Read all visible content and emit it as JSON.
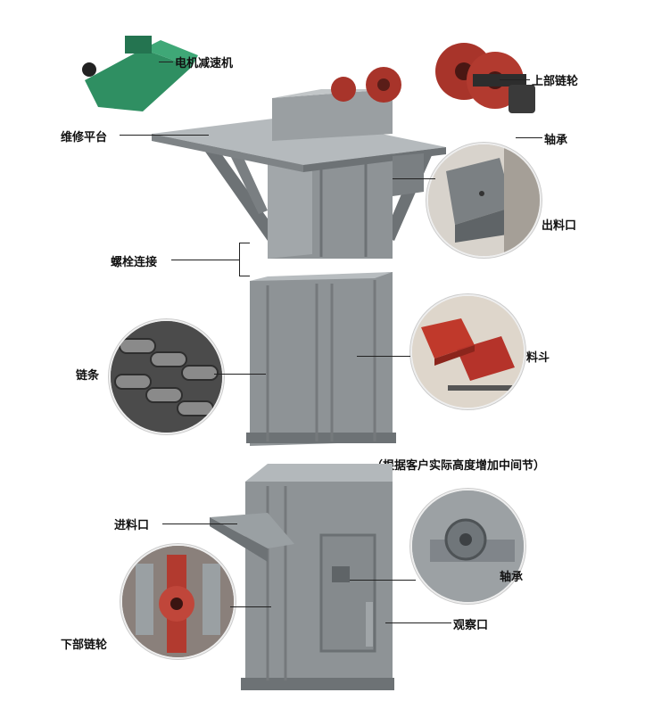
{
  "labels": {
    "motor_reducer": "电机减速机",
    "upper_sprocket": "上部链轮",
    "maintenance_platform": "维修平台",
    "bearing_top": "轴承",
    "discharge_port": "出料口",
    "bolt_connection": "螺栓连接",
    "chain": "链条",
    "bucket": "料斗",
    "middle_note": "（根据客户实际高度增加中间节）",
    "feed_port": "进料口",
    "bearing_bottom": "轴承",
    "lower_sprocket": "下部链轮",
    "inspection_port": "观察口"
  },
  "colors": {
    "machine_gray": "#8e9396",
    "reducer_green": "#2f8f62",
    "sprocket_red": "#a8342a",
    "bucket_red": "#c0392b"
  }
}
